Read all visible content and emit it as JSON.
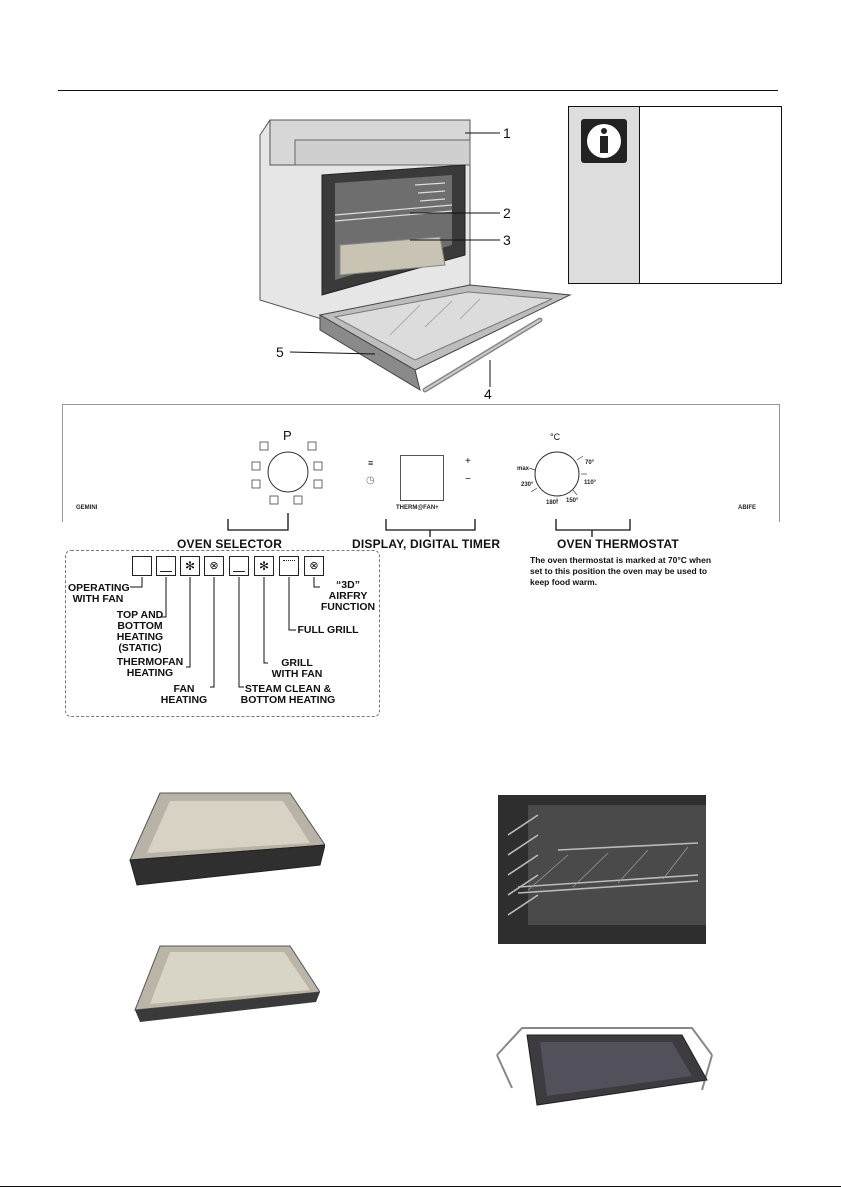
{
  "oven_callouts": [
    "1",
    "2",
    "3",
    "4",
    "5"
  ],
  "info_icon": "info-icon",
  "panel": {
    "brand_left": "GEMINI",
    "brand_right": "ABIFE",
    "selector_mark": "P",
    "timer_brand": "THERM@FAN+",
    "thermo_unit": "°C",
    "thermo_scale": [
      "70°",
      "110°",
      "150°",
      "180°",
      "230°",
      "max"
    ],
    "timer_plus": "+",
    "timer_minus": "−"
  },
  "sections": {
    "oven_selector": "OVEN SELECTOR",
    "display": "DISPLAY, DIGITAL TIMER",
    "oven_thermostat": "OVEN THERMOSTAT",
    "thermostat_note": "The oven thermostat is marked at 70°C when set to this position the oven may be used to keep food warm."
  },
  "functions": [
    {
      "icon": "defrost-fan-icon",
      "label": "OPERATING WITH FAN"
    },
    {
      "icon": "top-bottom-heat-icon",
      "label": "TOP AND BOTTOM HEATING (STATIC)"
    },
    {
      "icon": "thermofan-icon",
      "label": "THERMOFAN HEATING"
    },
    {
      "icon": "fan-icon",
      "label": "FAN HEATING"
    },
    {
      "icon": "steam-clean-icon",
      "label": "STEAM CLEAN & BOTTOM HEATING"
    },
    {
      "icon": "grill-fan-icon",
      "label": "GRILL WITH FAN"
    },
    {
      "icon": "full-grill-icon",
      "label": "FULL GRILL"
    },
    {
      "icon": "airfry-icon",
      "label": "“3D” AIRFRY FUNCTION"
    }
  ],
  "colors": {
    "ink": "#111111",
    "steel": "#9a9a9a",
    "tray": "#c9c3b4",
    "dark": "#2b2b2b"
  }
}
